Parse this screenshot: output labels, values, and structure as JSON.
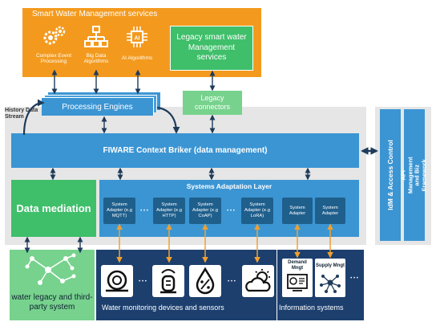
{
  "colors": {
    "orange": "#f39a1e",
    "green": "#3fbf6a",
    "light_green": "#77d28d",
    "blue": "#3b95d3",
    "dark_blue": "#1f5f8c",
    "navy": "#1c3f6e",
    "grey_panel": "#e4e4e4",
    "arrow": "#1f3b5a",
    "arrow_orange": "#f0a030"
  },
  "icons": {
    "services": [
      "gears-icon",
      "network-icon",
      "ai-chip-icon"
    ],
    "devices": [
      "water-meter-icon",
      "sensor-device-icon",
      "humidity-icon",
      "weather-icon"
    ],
    "info": [
      "dashboard-icon",
      "network-icon"
    ],
    "legacy": "network-icon"
  },
  "services": {
    "title": "Smart Water Management services",
    "items": [
      "Complex Event Processing",
      "Big Data Algorithms",
      "AI Algorithms"
    ],
    "legacy_services": "Legacy smart water Management services"
  },
  "history_label": "History Data Stream",
  "processing_engines": "Processing Engines",
  "legacy_connectors": "Legacy connectors",
  "context_broker": "FIWARE Context Briker (data management)",
  "data_mediation": "Data mediation",
  "adaptation_layer": {
    "title": "Systems Adaptation Layer",
    "adapters": [
      "System Adapter (e.g MQTT)",
      "System Adapter (e.g HTTP)",
      "System Adapter (e.g CoAP)",
      "System Adapter (e.g LoRA)",
      "System Adapter",
      "System Adapter"
    ],
    "ellipsis": "• • •"
  },
  "side_panels": {
    "idm": "IdM & Access Control",
    "api": "API Management and Biz Framework"
  },
  "bottom": {
    "legacy_system": "water legacy and third-party system",
    "devices_label": "Water monitoring devices and sensors",
    "info_label": "Information systems",
    "demand": "Demand Mngt",
    "supply": "Supply Mngt",
    "ellipsis": "• • •"
  }
}
